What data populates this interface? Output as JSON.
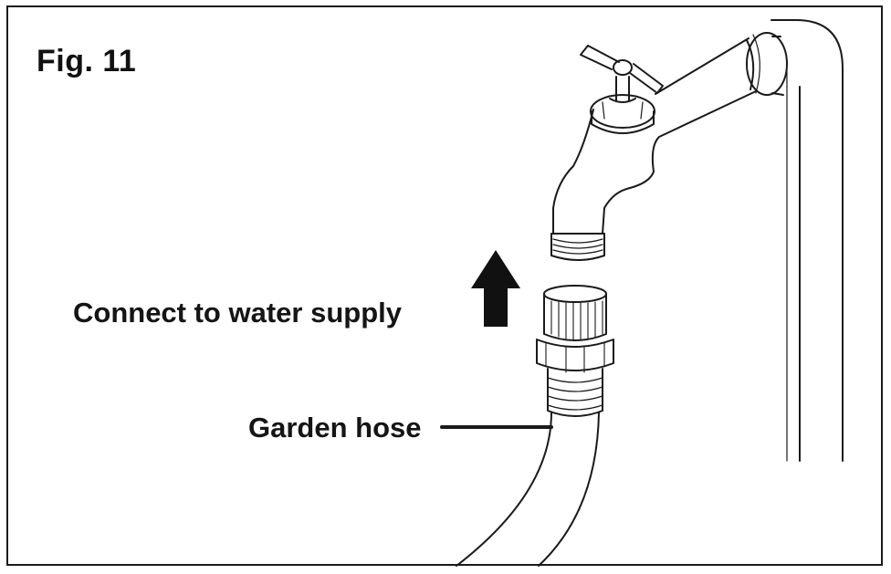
{
  "figure": {
    "title": "Fig. 11"
  },
  "labels": {
    "connect": "Connect to water supply",
    "hose": "Garden hose"
  },
  "icons": {
    "arrow": "arrow-up-icon",
    "faucet": "faucet-icon",
    "hose": "garden-hose-icon"
  },
  "colors": {
    "ink": "#1a1a1a",
    "background": "#ffffff"
  }
}
